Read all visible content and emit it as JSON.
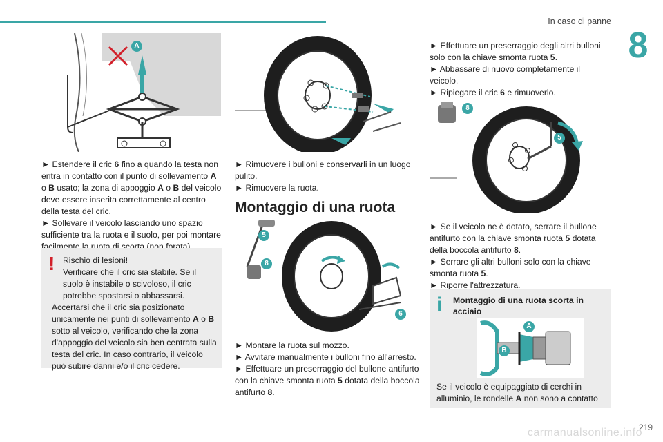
{
  "header": {
    "title": "In caso di panne",
    "chapter_number": "8"
  },
  "page_number": "219",
  "watermark": "carmanualsonline.info",
  "col1": {
    "step1_pre": "► Estendere il cric ",
    "step1_b1": "6",
    "step1_mid1": " fino a quando la testa non entra in contatto con il punto di sollevamento ",
    "step1_b2": "A",
    "step1_mid2": " o ",
    "step1_b3": "B",
    "step1_mid3": " usato; la zona di appoggio ",
    "step1_b4": "A",
    "step1_mid4": " o ",
    "step1_b5": "B",
    "step1_post": " del veicolo deve essere inserita correttamente al centro della testa del cric.",
    "step2": "► Sollevare il veicolo lasciando uno spazio sufficiente tra la ruota e il suolo, per poi montare facilmente la ruota di scorta (non forata).",
    "warning": {
      "icon": "exclamation-icon",
      "line1": "Rischio di lesioni!",
      "line2": "Verificare che il cric sia stabile. Se il suolo è instabile o scivoloso, il cric potrebbe spostarsi o abbassarsi.",
      "line3_pre": "Accertarsi che il cric sia posizionato unicamente nei punti di sollevamento ",
      "line3_b1": "A",
      "line3_mid": " o ",
      "line3_b2": "B",
      "line3_post": " sotto al veicolo, verificando che la zona d'appoggio del veicolo sia ben centrata sulla testa del cric. In caso contrario, il veicolo può subire danni e/o il cric cedere."
    },
    "figure_labels": {
      "a": "A"
    }
  },
  "col2": {
    "step1": "► Rimuovere i bulloni e conservarli in un luogo pulito.",
    "step2": "► Rimuovere la ruota.",
    "heading": "Montaggio di una ruota",
    "step3": "► Montare la ruota sul mozzo.",
    "step4": "► Avvitare manualmente i bulloni fino all'arresto.",
    "step5_pre": "► Effettuare un preserraggio del bullone antifurto con la chiave smonta ruota ",
    "step5_b1": "5",
    "step5_mid": " dotata della boccola antifurto ",
    "step5_b2": "8",
    "step5_post": ".",
    "figure_labels": {
      "five": "5",
      "eight": "8",
      "six": "6"
    }
  },
  "col3": {
    "step1_pre": "► Effettuare un preserraggio degli altri bulloni solo con la chiave smonta ruota ",
    "step1_b": "5",
    "step1_post": ".",
    "step2": "► Abbassare di nuovo completamente il veicolo.",
    "step3_pre": "► Ripiegare il cric ",
    "step3_b": "6",
    "step3_post": " e rimuoverlo.",
    "step4_pre": "► Se il veicolo ne è dotato, serrare il bullone antifurto con la chiave smonta ruota ",
    "step4_b1": "5",
    "step4_mid": " dotata della boccola antifurto ",
    "step4_b2": "8",
    "step4_post": ".",
    "step5_pre": "► Serrare gli altri bulloni solo con la chiave smonta ruota ",
    "step5_b": "5",
    "step5_post": ".",
    "step6": "► Riporre l'attrezzatura.",
    "info": {
      "icon": "info-icon",
      "title": "Montaggio di una ruota scorta in acciaio",
      "text_pre": "Se il veicolo è equipaggiato di cerchi in alluminio, le rondelle ",
      "text_b": "A",
      "text_post": " non sono a contatto"
    },
    "figure_labels": {
      "eight": "8",
      "five": "5",
      "a": "A",
      "b": "B"
    }
  },
  "colors": {
    "accent": "#3aa6a6",
    "warning": "#d2202a",
    "box_bg": "#ececec"
  }
}
